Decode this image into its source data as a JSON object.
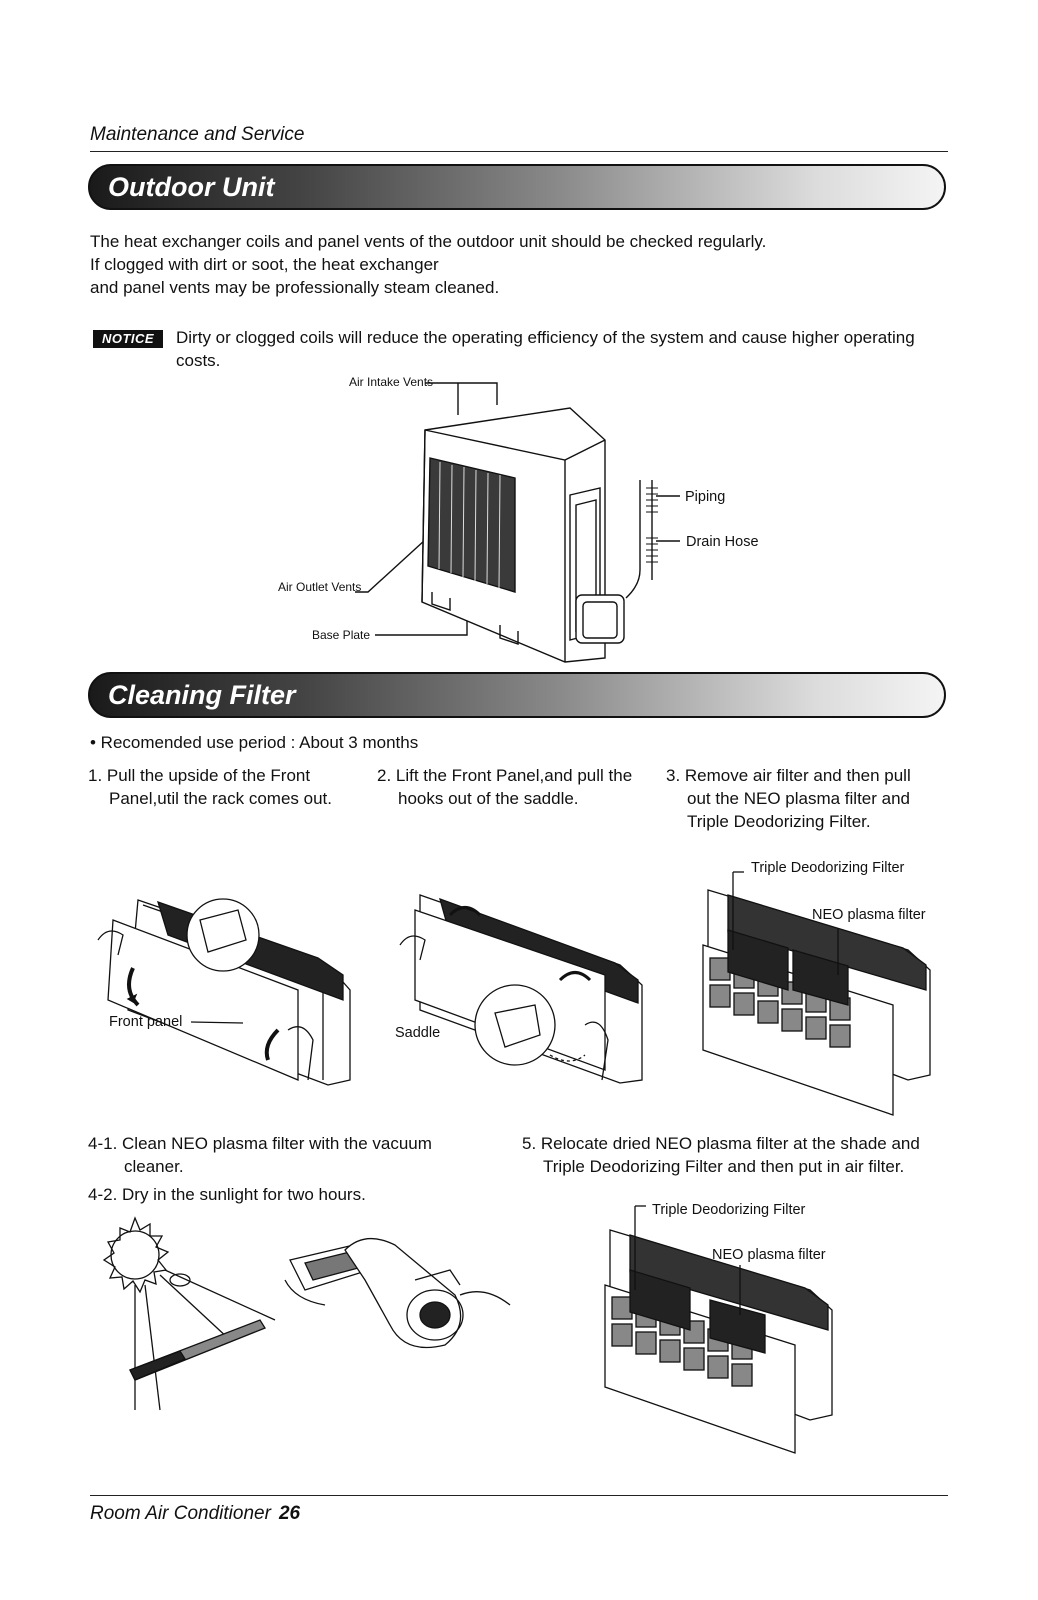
{
  "header": {
    "title": "Maintenance and Service"
  },
  "outdoor": {
    "heading": "Outdoor Unit",
    "paragraph": [
      "The heat exchanger coils and panel vents of the outdoor unit should be checked regularly.",
      "If clogged with dirt or soot, the heat exchanger",
      "and panel vents may be professionally steam cleaned."
    ],
    "notice_badge": "NOTICE",
    "notice_text": "Dirty or clogged coils will reduce the operating efficiency of the system and cause higher operating costs.",
    "labels": {
      "air_intake": "Air Intake Vents",
      "piping": "Piping",
      "drain_hose": "Drain Hose",
      "air_outlet": "Air Outlet Vents",
      "base_plate": "Base Plate"
    }
  },
  "cleaning": {
    "heading": "Cleaning Filter",
    "recommended": "• Recomended use period : About 3 months",
    "step1": {
      "line1": "1. Pull the upside of the Front",
      "line2": "Panel,util the rack comes out."
    },
    "step2": {
      "line1": "2. Lift the Front Panel,and pull the",
      "line2": "hooks out of the saddle."
    },
    "step3": {
      "line1": "3. Remove air filter and then pull",
      "line2": "out the NEO plasma filter and",
      "line3": "Triple Deodorizing Filter."
    },
    "labels": {
      "front_panel": "Front panel",
      "saddle": "Saddle",
      "triple_filter_1": "Triple Deodorizing Filter",
      "neo_filter_1": "NEO plasma filter",
      "triple_filter_2": "Triple Deodorizing Filter",
      "neo_filter_2": "NEO plasma filter"
    },
    "step4_1": {
      "line1": "4-1. Clean NEO plasma filter with the vacuum",
      "line2": "cleaner."
    },
    "step4_2": "4-2. Dry in the sunlight for two hours.",
    "step5": {
      "line1": "5. Relocate dried NEO plasma filter at the shade and",
      "line2": "Triple Deodorizing Filter and then put in air filter."
    }
  },
  "footer": {
    "title": "Room Air Conditioner",
    "page": "26"
  }
}
